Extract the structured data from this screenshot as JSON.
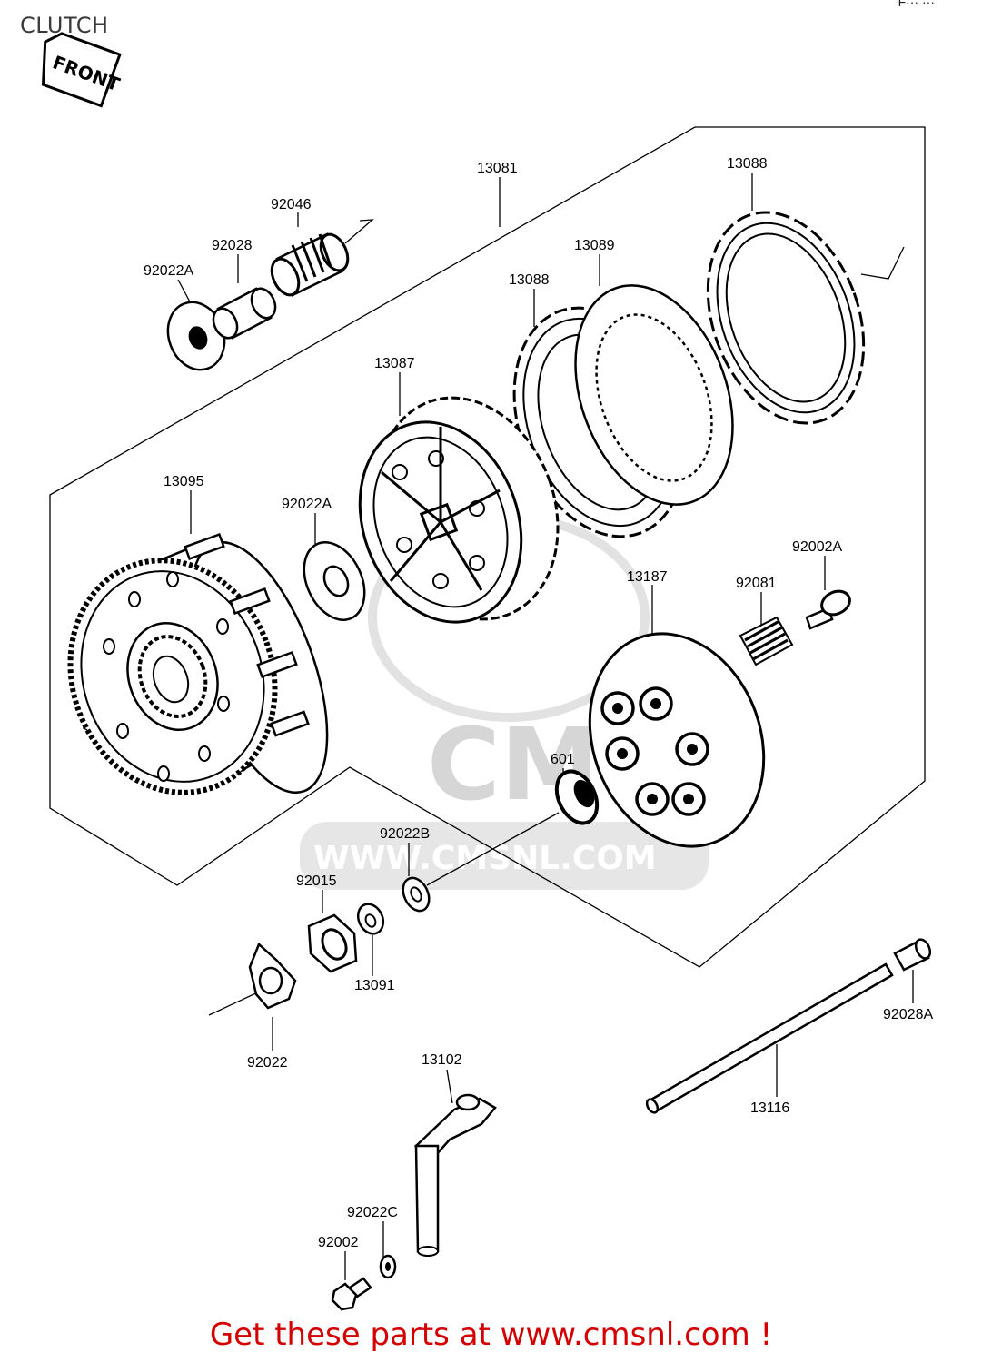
{
  "page": {
    "title": "CLUTCH",
    "corner_mark": "F··· ···",
    "front_badge": "FRONT",
    "watermark_logo": "CMS",
    "watermark_url": "WWW.CMSNL.COM",
    "footer_text": "Get these parts at www.cmsnl.com !"
  },
  "colors": {
    "footer": "#d40000",
    "watermark": "#d6d6d6",
    "lines": "#000000"
  },
  "parts": {
    "p13081": "13081",
    "p13088_top": "13088",
    "p13089": "13089",
    "p13088_left": "13088",
    "p92046": "92046",
    "p92028": "92028",
    "p92022A_top": "92022A",
    "p13087": "13087",
    "p13095": "13095",
    "p92022A_mid": "92022A",
    "p92002A": "92002A",
    "p13187": "13187",
    "p92081": "92081",
    "p601": "601",
    "p92022B": "92022B",
    "p92015": "92015",
    "p13091": "13091",
    "p92022": "92022",
    "p92028A": "92028A",
    "p13116": "13116",
    "p13102": "13102",
    "p92022C": "92022C",
    "p92002": "92002"
  }
}
